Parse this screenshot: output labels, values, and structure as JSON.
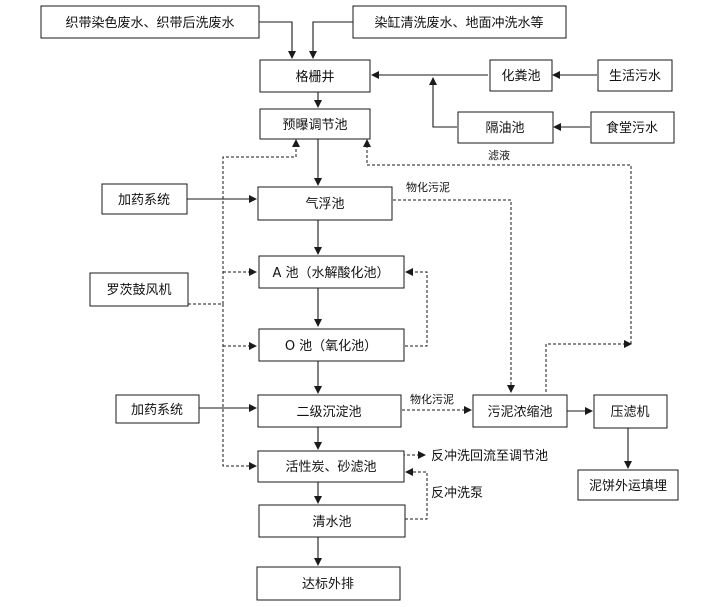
{
  "nodes": {
    "dye_wastewater": "织带染色废水、织带后洗废水",
    "vat_wash": "染缸清洗废水、地面冲洗水等",
    "grid_well": "格栅井",
    "septic_tank": "化粪池",
    "domestic_sewage": "生活污水",
    "oil_separator": "隔油池",
    "canteen_sewage": "食堂污水",
    "pre_aeration": "预曝调节池",
    "dosing_1": "加药系统",
    "flotation": "气浮池",
    "pool_a": "A 池（水解酸化池）",
    "blower": "罗茨鼓风机",
    "pool_o": "O 池（氧化池）",
    "dosing_2": "加药系统",
    "secondary_settling": "二级沉淀池",
    "carbon_sand_filter": "活性炭、砂滤池",
    "clear_water": "清水池",
    "discharge": "达标外排",
    "sludge_thickener": "污泥浓缩池",
    "filter_press": "压滤机",
    "cake_landfill": "泥饼外运填埋"
  },
  "labels": {
    "filtrate": "滤液",
    "physchem_sludge_1": "物化污泥",
    "physchem_sludge_2": "物化污泥",
    "backwash_return": "反冲洗回流至调节池",
    "backwash_pump": "反冲洗泵"
  }
}
